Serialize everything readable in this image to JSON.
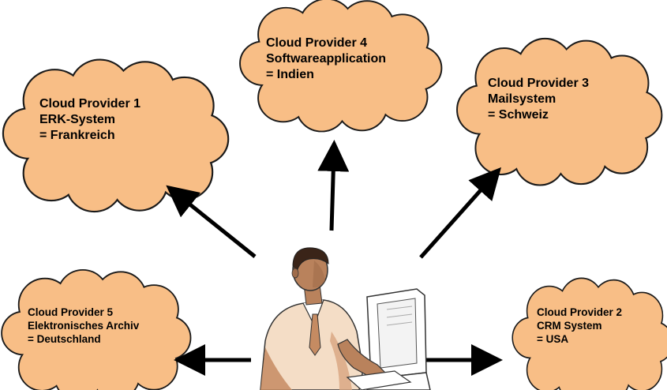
{
  "clouds": {
    "p1": {
      "line1": "Cloud Provider 1",
      "line2": "ERK-System",
      "line3": "= Frankreich"
    },
    "p2": {
      "line1": "Cloud Provider 2",
      "line2": "CRM System",
      "line3": "= USA"
    },
    "p3": {
      "line1": "Cloud Provider 3",
      "line2": "Mailsystem",
      "line3": "= Schweiz"
    },
    "p4": {
      "line1": "Cloud Provider 4",
      "line2": "Softwareapplication",
      "line3": "= Indien"
    },
    "p5": {
      "line1": "Cloud Provider 5",
      "line2": "Elektronisches Archiv",
      "line3": "= Deutschland"
    }
  },
  "colors": {
    "cloud_fill": "#F8BE86",
    "cloud_stroke": "#1a1a1a",
    "arrow": "#000000",
    "skin": "#B9825C"
  },
  "icons": {
    "figure": "person-at-computer-icon"
  }
}
